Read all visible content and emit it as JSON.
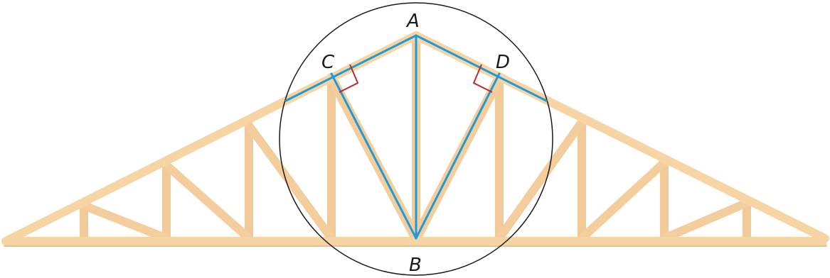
{
  "diagram": {
    "labels": {
      "A": "A",
      "B": "B",
      "C": "C",
      "D": "D"
    },
    "colors": {
      "wood": "#f7d4a4",
      "wood_shade": "#e9b97e",
      "highlight": "#1e9ad6",
      "circle": "#1a1a1a",
      "right_angle": "#c0282d"
    }
  }
}
